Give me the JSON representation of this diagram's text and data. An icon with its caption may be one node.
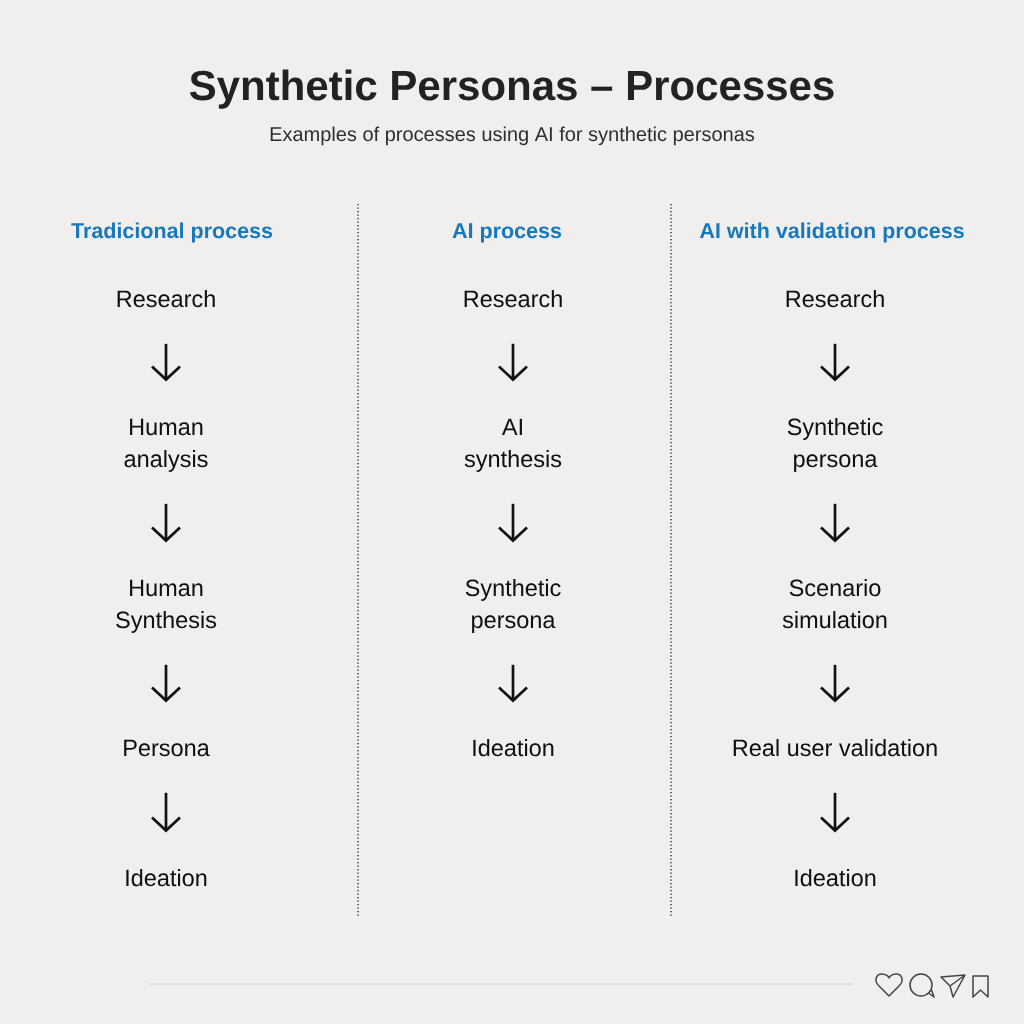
{
  "diagram": {
    "title": "Synthetic Personas – Processes",
    "nodes": [
      {
        "text": [
          "Research"
        ]
      },
      {
        "text": [
          "Human analysis"
        ]
      },
      {
        "text": [
          "Human Synthesis"
        ]
      },
      {
        "text": [
          "Persona"
        ]
      },
      {
        "text": [
          "Ideation"
        ]
      },
      {
        "text": [
          "Research"
        ]
      },
      {
        "text": [
          "AI synthesis"
        ]
      },
      {
        "text": [
          "Synthetic persona"
        ]
      },
      {
        "text": [
          "Ideation"
        ]
      },
      {
        "text": [
          "Research"
        ]
      },
      {
        "text": [
          "Synthetic persona"
        ]
      },
      {
        "text": [
          "Scenario simulation"
        ]
      },
      {
        "text": [
          "Real user validation"
        ]
      },
      {
        "text": [
          "Ideation"
        ]
      }
    ],
    "edges": [
      {
        "from": 0,
        "to": 1,
        "arrow": "to"
      },
      {
        "from": 1,
        "to": 2,
        "arrow": "to"
      },
      {
        "from": 2,
        "to": 3,
        "arrow": "to"
      },
      {
        "from": 3,
        "to": 4,
        "arrow": "to"
      },
      {
        "from": 5,
        "to": 6,
        "arrow": "to"
      },
      {
        "from": 6,
        "to": 7,
        "arrow": "to"
      },
      {
        "from": 7,
        "to": 8,
        "arrow": "to"
      },
      {
        "from": 9,
        "to": 10,
        "arrow": "to"
      },
      {
        "from": 10,
        "to": 11,
        "arrow": "to"
      },
      {
        "from": 11,
        "to": 12,
        "arrow": "to"
      },
      {
        "from": 12,
        "to": 13,
        "arrow": "to"
      }
    ],
    "labels": [
      "Examples of processes using AI for synthetic personas",
      "Tradicional process",
      "AI process",
      "AI with validation process"
    ]
  }
}
